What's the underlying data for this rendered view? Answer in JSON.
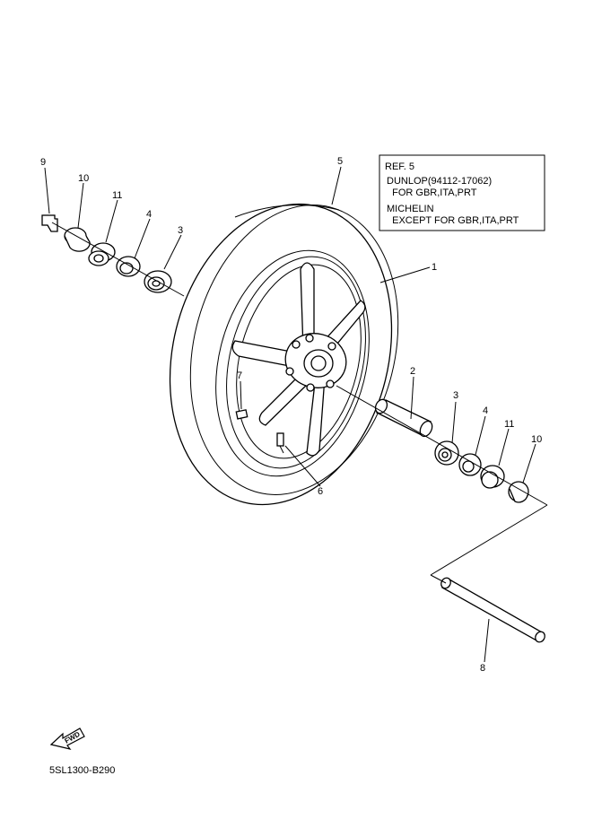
{
  "ref_note": {
    "lines": [
      "REF. 5",
      "DUNLOP(94112-17062)",
      "  FOR GBR,ITA,PRT",
      "MICHELIN",
      "  EXCEPT FOR GBR,ITA,PRT"
    ]
  },
  "callouts": {
    "c1": "1",
    "c2": "2",
    "c3_left": "3",
    "c3_right": "3",
    "c4_left": "4",
    "c4_right": "4",
    "c5": "5",
    "c6": "6",
    "c7": "7",
    "c8": "8",
    "c9": "9",
    "c10_left": "10",
    "c10_right": "10",
    "c11_left": "11",
    "c11_right": "11"
  },
  "fwd_label": "FWD",
  "diagram_code": "5SL1300-B290"
}
